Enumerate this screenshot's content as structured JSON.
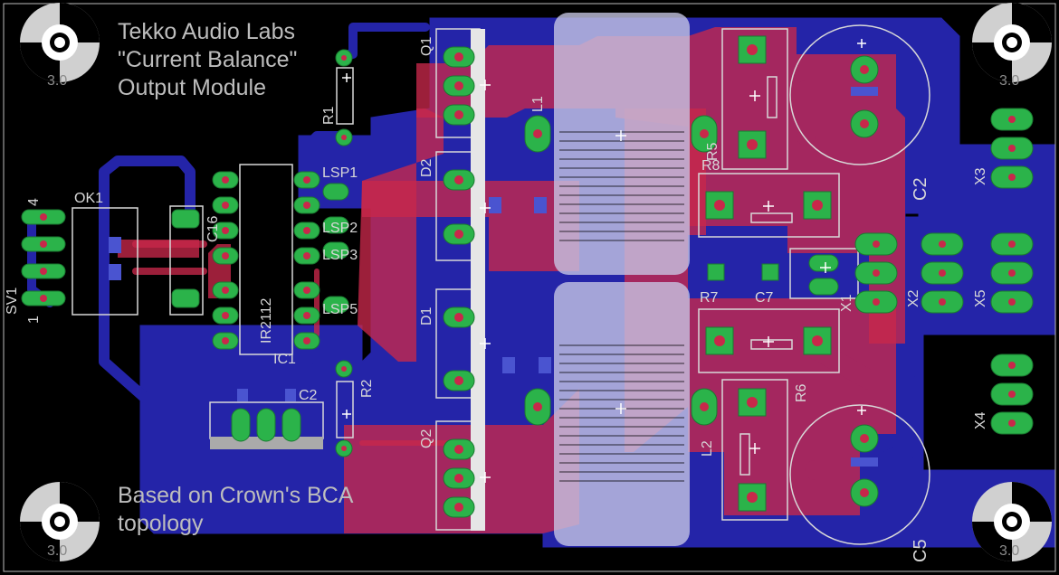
{
  "colors": {
    "background": "#000000",
    "bottom_copper": "#2424a8",
    "top_copper": "#c8284a",
    "silkscreen": "#d8d8d8",
    "pad": "#2bb34a",
    "keepout": "#c8c8e6"
  },
  "notes": {
    "title_line1": "Tekko Audio Labs",
    "title_line2": "\"Current Balance\"",
    "title_line3": "Output Module",
    "footer_line1": "Based on Crown's BCA",
    "footer_line2": "topology"
  },
  "mounting_holes": {
    "label": "3.0"
  },
  "labels": {
    "q1": "Q1",
    "q2": "Q2",
    "d1": "D1",
    "d2": "D2",
    "l1": "L1",
    "l2": "L2",
    "r1": "R1",
    "r2": "R2",
    "r5": "R5",
    "r6": "R6",
    "r7": "R7",
    "r8": "R8",
    "c2_cap": "C2",
    "c5": "C5",
    "c7": "C7",
    "c16": "C16",
    "c2_small": "C2",
    "ic1": "IC1",
    "ic_value": "IR2112",
    "ok1": "OK1",
    "sv1": "SV1",
    "sv1_pin4": "4",
    "sv1_pin1": "1",
    "x1": "X1",
    "x2": "X2",
    "x3": "X3",
    "x4": "X4",
    "x5": "X5",
    "lsp1": "LSP1",
    "lsp2": "LSP2",
    "lsp3": "LSP3",
    "lsp5": "LSP5"
  }
}
